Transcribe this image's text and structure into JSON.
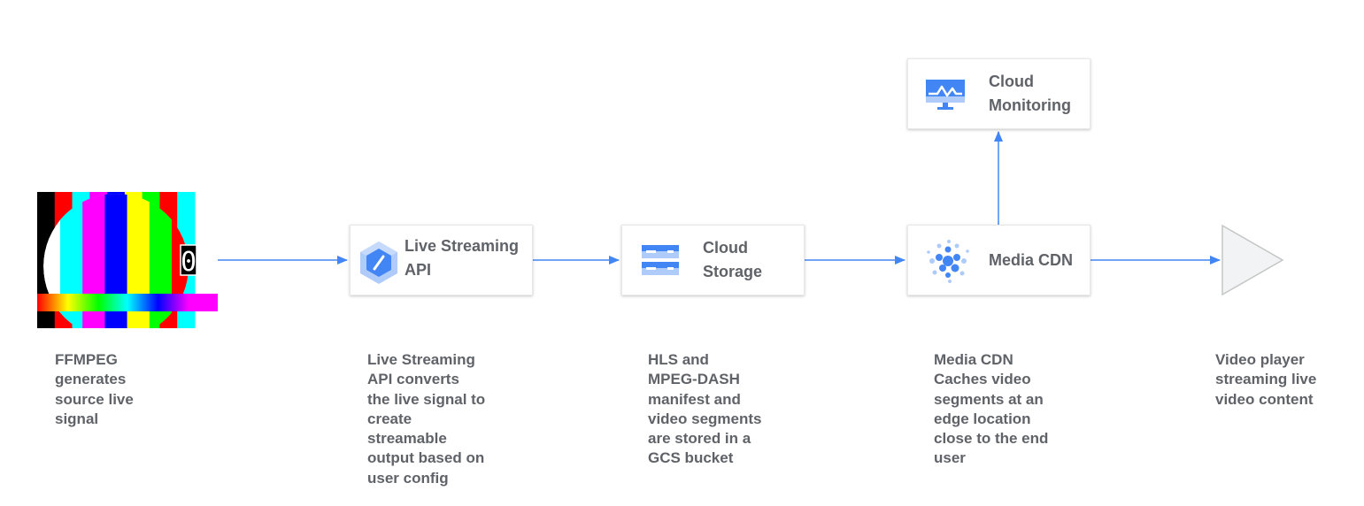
{
  "nodes": {
    "live_streaming_api": {
      "label": "Live Streaming\nAPI",
      "icon": "live-streaming-api-icon"
    },
    "cloud_storage": {
      "label": "Cloud\nStorage",
      "icon": "cloud-storage-icon"
    },
    "media_cdn": {
      "label": "Media CDN",
      "icon": "media-cdn-icon"
    },
    "cloud_monitoring": {
      "label": "Cloud\nMonitoring",
      "icon": "cloud-monitoring-icon"
    }
  },
  "captions": {
    "ffmpeg": "FFMPEG\ngenerates\nsource live\nsignal",
    "live_streaming_api": "Live Streaming\nAPI converts\nthe live signal to\ncreate\nstreamable\noutput based on\nuser config",
    "cloud_storage": "HLS and\nMPEG-DASH\nmanifest and\nvideo segments\nare stored in a\nGCS bucket",
    "media_cdn": "Media CDN\nCaches video\nsegments at an\nedge location\nclose to the end\nuser",
    "video_player": "Video player\nstreaming live\nvideo content"
  },
  "colors": {
    "arrow": "#4285f4",
    "label": "#5f6368",
    "icon_blue": "#4285f4",
    "icon_light_blue": "#aecbfa",
    "play_fill": "#f1f3f4",
    "play_stroke": "#c4c7c5"
  },
  "test_pattern_colors": [
    "#000000",
    "#ff0000",
    "#00ffff",
    "#ff00ff",
    "#0000ff",
    "#ffff00",
    "#00ff00",
    "#ff0000",
    "#00ffff"
  ],
  "test_pattern_counter": "0"
}
